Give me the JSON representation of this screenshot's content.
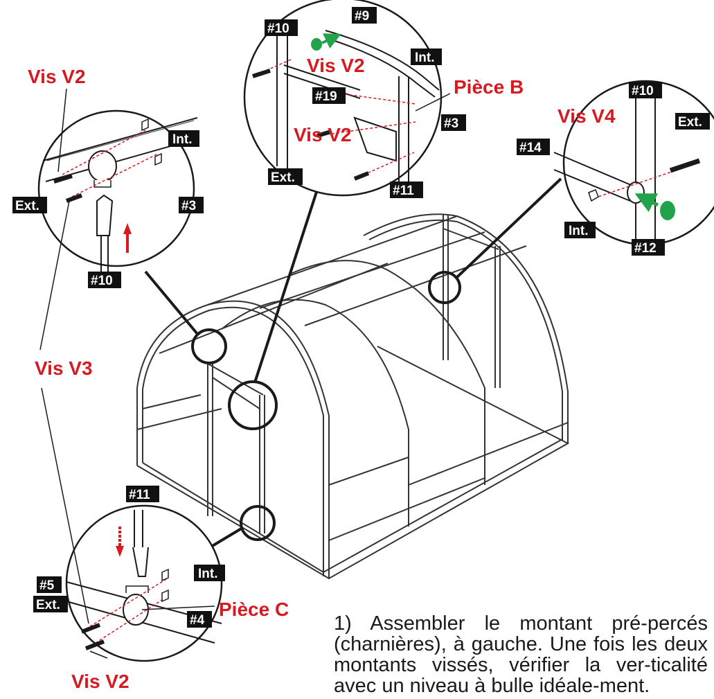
{
  "labels": {
    "vis_v2": "Vis V2",
    "vis_v3": "Vis V3",
    "vis_v4": "Vis V4",
    "piece_b": "Pièce B",
    "piece_c": "Pièce C",
    "int": "Int.",
    "ext": "Ext."
  },
  "parts": {
    "p3": "#3",
    "p4": "#4",
    "p5": "#5",
    "p9": "#9",
    "p10": "#10",
    "p11": "#11",
    "p12": "#12",
    "p14": "#14",
    "p19": "#19"
  },
  "instruction": "1) Assembler le montant pré-percés (charnières), à gauche. Une fois les deux montants vissés, vérifier la ver-ticalité avec un niveau à bulle idéale-ment.",
  "colors": {
    "accent_red": "#d71920",
    "arrow_green": "#22a24a",
    "line": "#1a1a1a"
  }
}
